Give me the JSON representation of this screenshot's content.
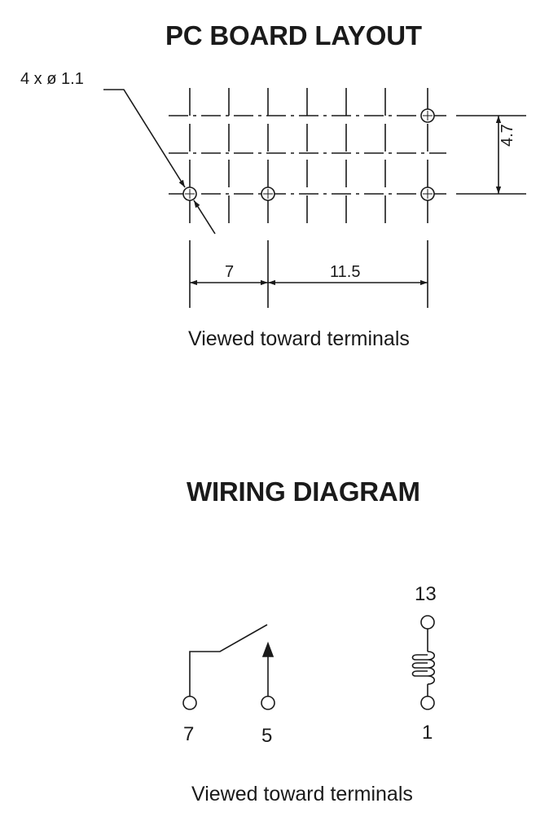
{
  "pcb": {
    "title": "PC BOARD LAYOUT",
    "hole_spec": "4 x ø 1.1",
    "dim_horizontal_left": "7",
    "dim_horizontal_right": "11.5",
    "dim_vertical": "4.7",
    "caption": "Viewed toward terminals"
  },
  "wiring": {
    "title": "WIRING DIAGRAM",
    "pin_labels": [
      "7",
      "5",
      "13",
      "1"
    ],
    "caption": "Viewed toward terminals"
  },
  "colors": {
    "ink": "#1a1a1a",
    "background": "#ffffff"
  }
}
